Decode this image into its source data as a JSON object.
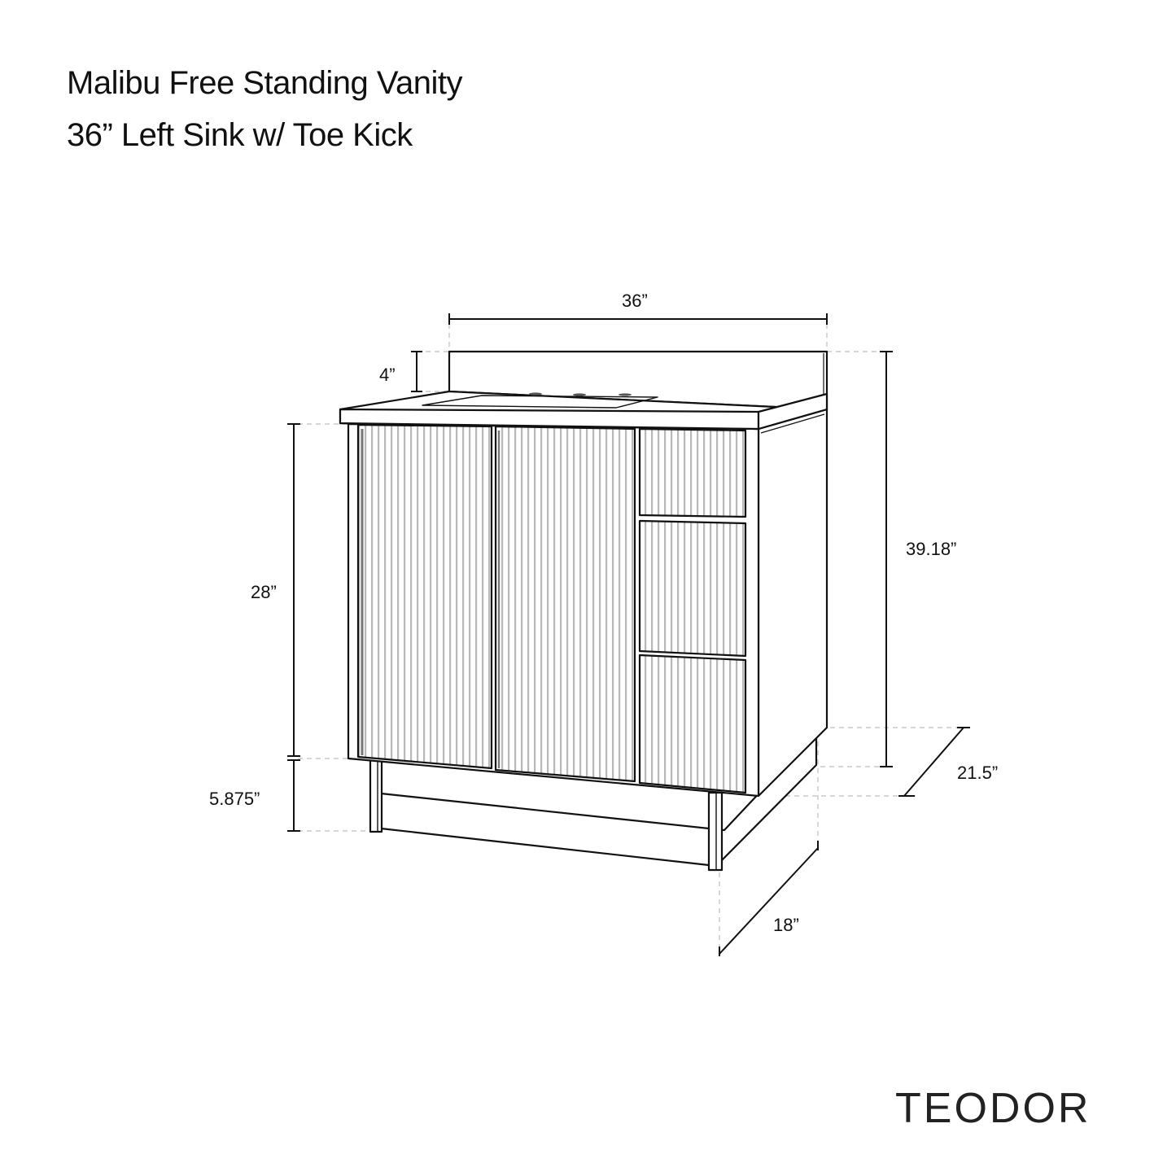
{
  "header": {
    "title_line1": "Malibu Free Standing Vanity",
    "title_line2": "36” Left Sink w/ Toe Kick"
  },
  "drawing": {
    "product": "vanity-perspective-line-drawing",
    "line_color": "#111111",
    "flute_color": "#b8b8b8",
    "guide_color": "#bdbdbd",
    "doors": [
      "left-door",
      "center-door"
    ],
    "drawers": [
      "top-drawer",
      "middle-drawer",
      "bottom-drawer"
    ],
    "faucet_holes": 3
  },
  "dimensions": {
    "width": "36”",
    "backsplash_height": "4”",
    "cabinet_height": "28”",
    "toe_kick_height": "5.875”",
    "total_height": "39.18”",
    "top_depth": "21.5”",
    "base_depth": "18”"
  },
  "footer": {
    "brand": "TEODOR"
  }
}
